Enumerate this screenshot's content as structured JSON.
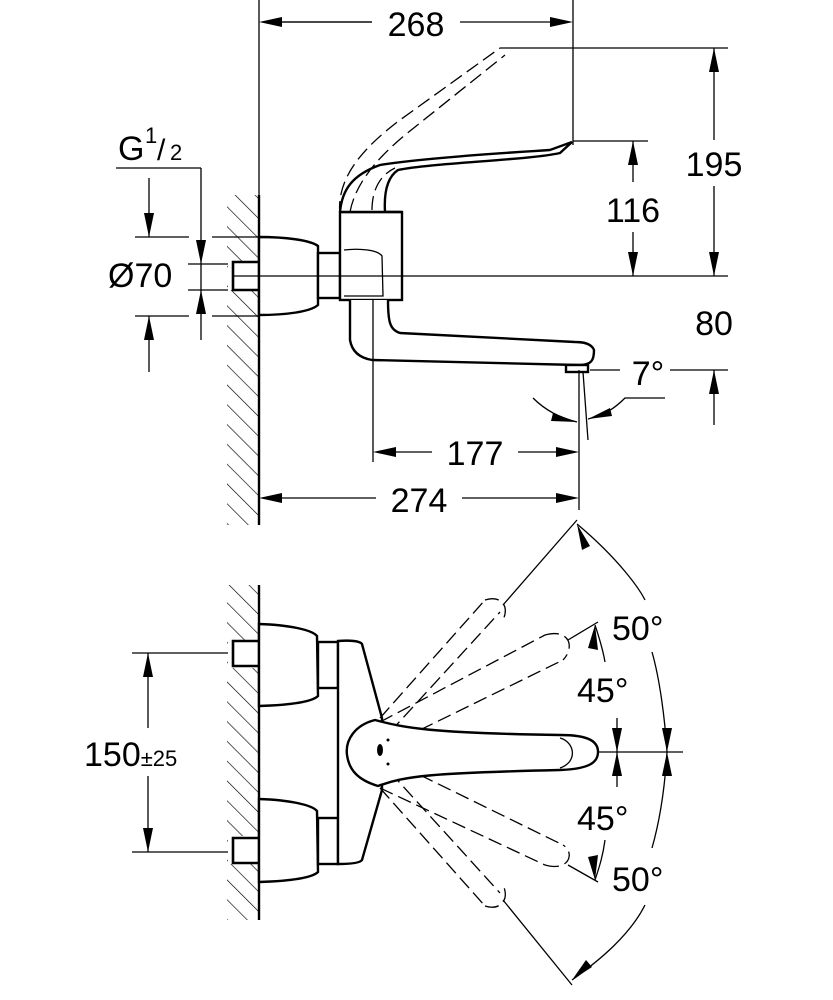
{
  "drawing": {
    "subject": "wall-mounted single-lever basin mixer, dimensional drawing",
    "side_view": {
      "dimensions": {
        "handle_reach": "268",
        "total_height": "195",
        "handle_height": "116",
        "outlet_height": "80",
        "outlet_angle": "7°",
        "spout_reach": "177",
        "total_reach": "274",
        "thread": {
          "base": "G",
          "num": "1",
          "den": "2"
        },
        "escutcheon_diameter": "Ø70"
      }
    },
    "top_view": {
      "dimensions": {
        "inlet_spacing": "150",
        "inlet_tolerance": "±25",
        "upper_outer_swing": "50°",
        "upper_inner_swing": "45°",
        "lower_inner_swing": "45°",
        "lower_outer_swing": "50°"
      }
    }
  }
}
